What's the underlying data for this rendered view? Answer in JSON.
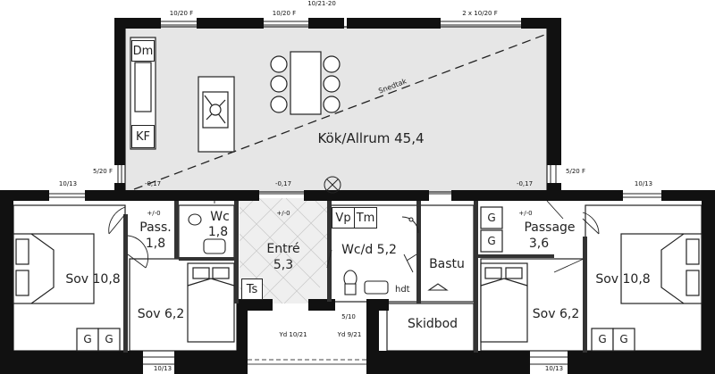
{
  "rooms": {
    "kok": "Kök/Allrum 45,4",
    "sov_left": "Sov 10,8",
    "sov_left_small": "Sov 6,2",
    "pass_name": "Pass.",
    "pass_area": "1,8",
    "wc_name": "Wc",
    "wc_area": "1,8",
    "entre_name": "Entré",
    "entre_area": "5,3",
    "wcd": "Wc/d 5,2",
    "bastu": "Bastu",
    "passage_name": "Passage",
    "passage_area": "3,6",
    "sov_right_small": "Sov 6,2",
    "sov_right": "Sov 10,8",
    "skidbod": "Skidbod"
  },
  "fixtures": {
    "dm": "Dm",
    "kf": "KF",
    "vp": "Vp",
    "tm": "Tm",
    "ts": "Ts",
    "hdt": "hdt",
    "g": "G"
  },
  "annotations": {
    "snedtak": "Snedtak",
    "win_top_1": "10/20 F",
    "win_top_2": "10/20 F",
    "win_top_door": "10/21-20",
    "win_top_3": "2 x 10/20 F",
    "win_left_side": "5/20 F",
    "win_right_side": "5/20 F",
    "win_left_top": "10/13",
    "win_right_top": "10/13",
    "win_bottom_left": "10/13",
    "win_bottom_right": "10/13",
    "lvl_left": "-0,17",
    "lvl_mid": "-0,17",
    "lvl_right": "-0,17",
    "lvl_pass": "+/-0",
    "lvl_entre": "+/-0",
    "lvl_passage": "+/-0",
    "yd_left": "Yd 10/21",
    "yd_right": "Yd 9/21",
    "door_510": "5/10"
  }
}
